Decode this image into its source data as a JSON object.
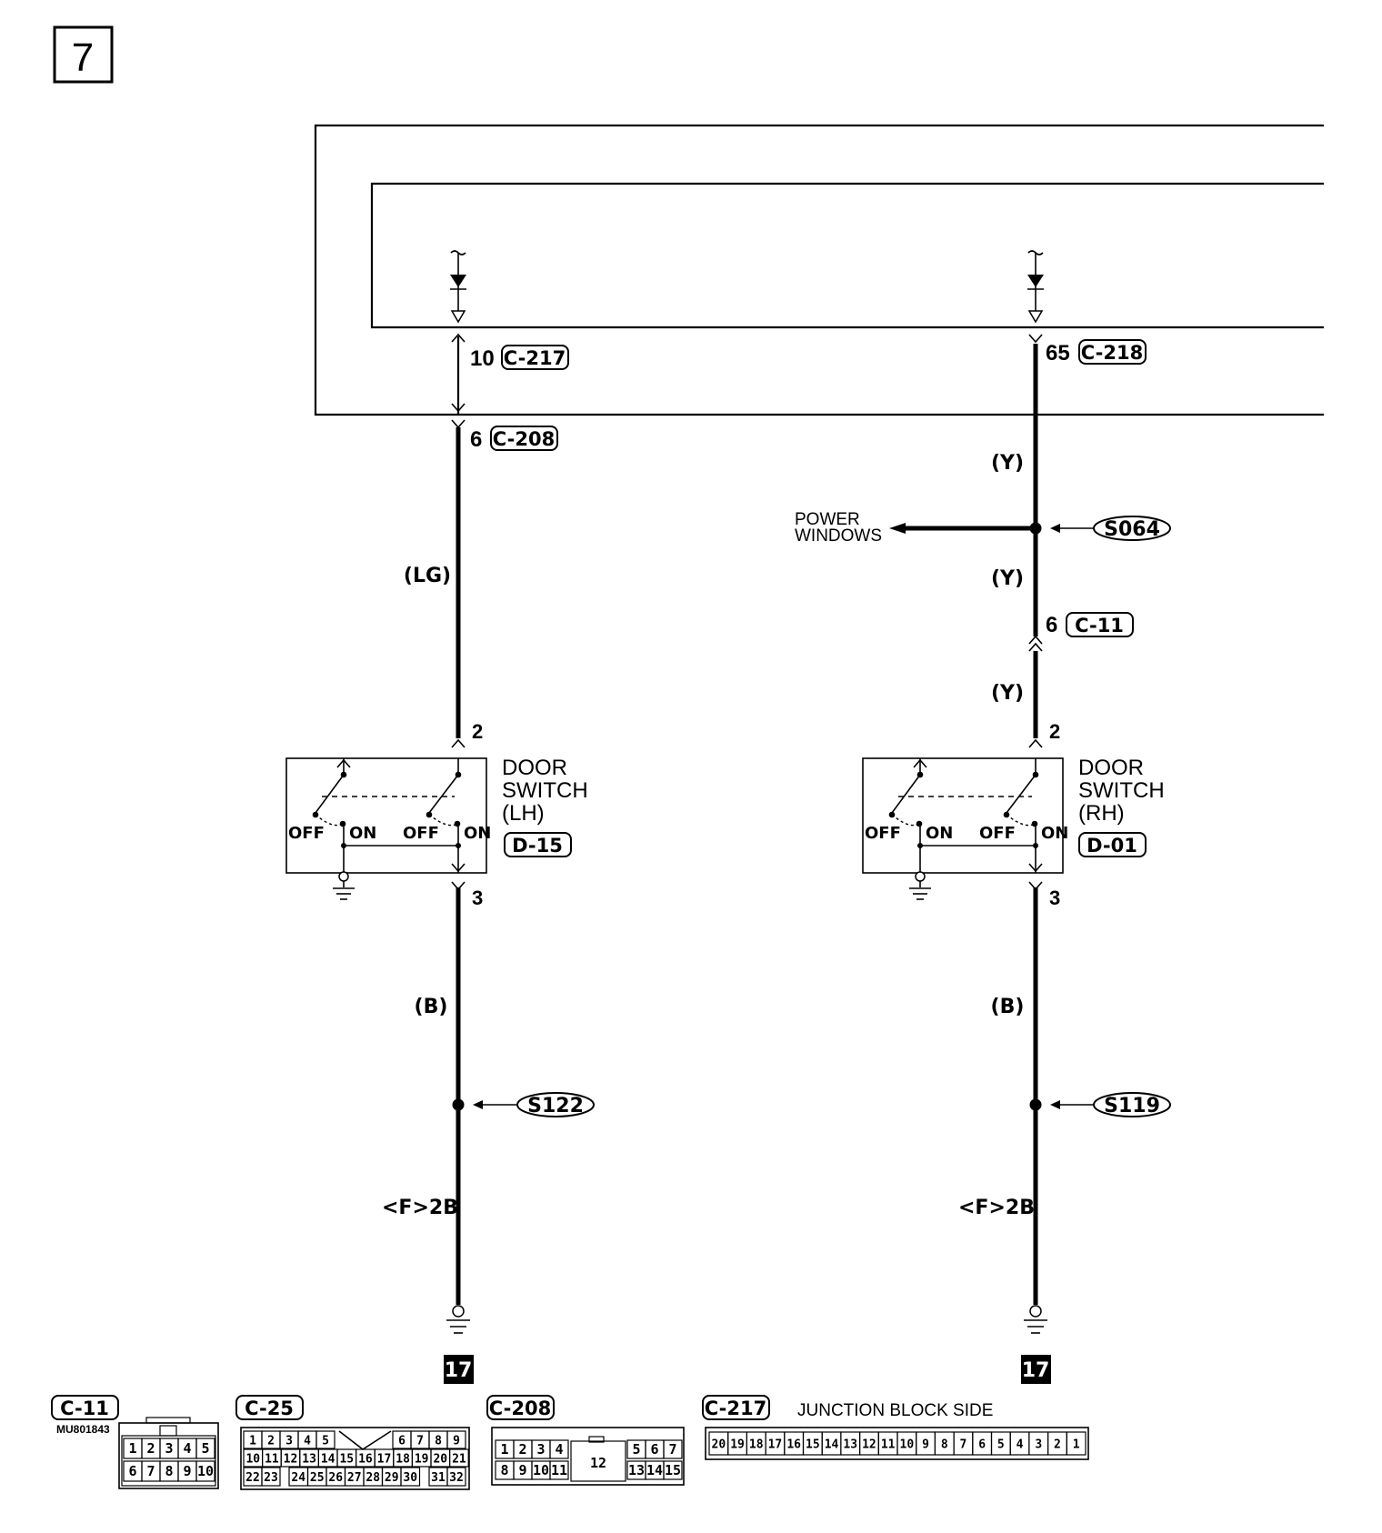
{
  "page": {
    "number": "7"
  },
  "connectors": {
    "c217_pin": "10",
    "c217": "C-217",
    "c218_pin": "65",
    "c218": "C-218",
    "c208_pin": "6",
    "c208": "C-208",
    "c11_pin": "6",
    "c11": "C-11"
  },
  "wires": {
    "lg": "(LG)",
    "y1": "(Y)",
    "y2": "(Y)",
    "y3": "(Y)",
    "b_left": "(B)",
    "b_right": "(B)"
  },
  "splices": {
    "s064": "S064",
    "s122": "S122",
    "s119": "S119"
  },
  "power_windows": {
    "line1": "POWER",
    "line2": "WINDOWS"
  },
  "door_switch_lh": {
    "pin_top": "2",
    "pin_bottom": "3",
    "name1": "DOOR",
    "name2": "SWITCH",
    "name3": "(LH)",
    "connector": "D-15",
    "off1": "OFF",
    "on1": "ON",
    "off2": "OFF",
    "on2": "ON"
  },
  "door_switch_rh": {
    "pin_top": "2",
    "pin_bottom": "3",
    "name1": "DOOR",
    "name2": "SWITCH",
    "name3": "(RH)",
    "connector": "D-01",
    "off1": "OFF",
    "on1": "ON",
    "off2": "OFF",
    "on2": "ON"
  },
  "grounds": {
    "left": "<F>2B",
    "right": "<F>2B"
  },
  "ref_pages": {
    "left": "17",
    "right": "17"
  },
  "legend": {
    "c11": {
      "label": "C-11",
      "code": "MU801843",
      "row1": [
        "1",
        "2",
        "3",
        "4",
        "5"
      ],
      "row2": [
        "6",
        "7",
        "8",
        "9",
        "10"
      ]
    },
    "c25": {
      "label": "C-25",
      "row1a": [
        "1",
        "2",
        "3",
        "4",
        "5"
      ],
      "row1b": [
        "6",
        "7",
        "8",
        "9"
      ],
      "row2": [
        "10",
        "11",
        "12",
        "13",
        "14",
        "15",
        "16",
        "17",
        "18",
        "19",
        "20",
        "21"
      ],
      "row3a": [
        "22",
        "23"
      ],
      "row3b": [
        "24",
        "25",
        "26",
        "27",
        "28",
        "29",
        "30"
      ],
      "row3c": [
        "31",
        "32"
      ]
    },
    "c208": {
      "label": "C-208",
      "row1a": [
        "1",
        "2",
        "3",
        "4"
      ],
      "row1b": [
        "5",
        "6",
        "7"
      ],
      "row2a": [
        "8",
        "9",
        "10",
        "11"
      ],
      "row2b": [
        "13",
        "14",
        "15"
      ],
      "center": "12"
    },
    "c217": {
      "label": "C-217",
      "note": "JUNCTION BLOCK SIDE",
      "pins": [
        "20",
        "19",
        "18",
        "17",
        "16",
        "15",
        "14",
        "13",
        "12",
        "11",
        "10",
        "9",
        "8",
        "7",
        "6",
        "5",
        "4",
        "3",
        "2",
        "1"
      ]
    }
  }
}
